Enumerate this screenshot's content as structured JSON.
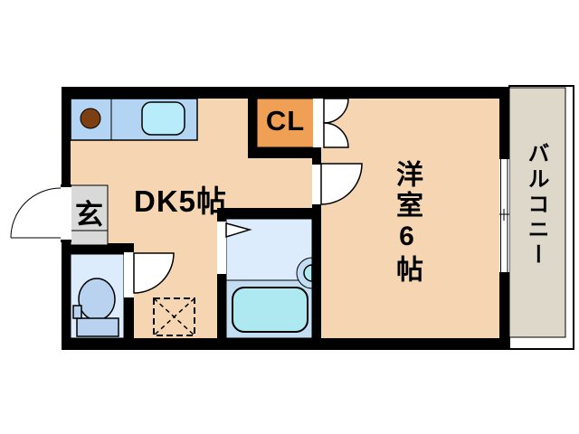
{
  "plan": {
    "type": "apartment-floor-plan",
    "rooms": {
      "dining_kitchen": {
        "label": "DK5帖"
      },
      "western_room": {
        "label": "洋室6帖"
      },
      "closet": {
        "label": "CL"
      },
      "entrance": {
        "label": "玄"
      },
      "balcony": {
        "label": "バルコニー"
      }
    },
    "features": [
      "kitchen-counter",
      "stove-burner",
      "kitchen-sink",
      "closet-double-door",
      "room-door",
      "entrance-door",
      "toilet",
      "toilet-door",
      "bathtub",
      "washbasin",
      "bathroom-folding-door",
      "washing-machine-space",
      "sliding-window"
    ],
    "colors": {
      "wall": "#000000",
      "white": "#ffffff",
      "floor": "#f6d6b2",
      "closet": "#f0a055",
      "counter": "#b3d4f2",
      "sink": "#b9ecfa",
      "burner": "#7d3f12",
      "roomBlue": "#dcecfc",
      "bathLower": "#c3ddf2",
      "tub": "#aee9f2",
      "toiletFixture": "#b9d2f0",
      "entranceGray": "#d9d9d9",
      "balconyFloor": "#ded8cb"
    }
  }
}
